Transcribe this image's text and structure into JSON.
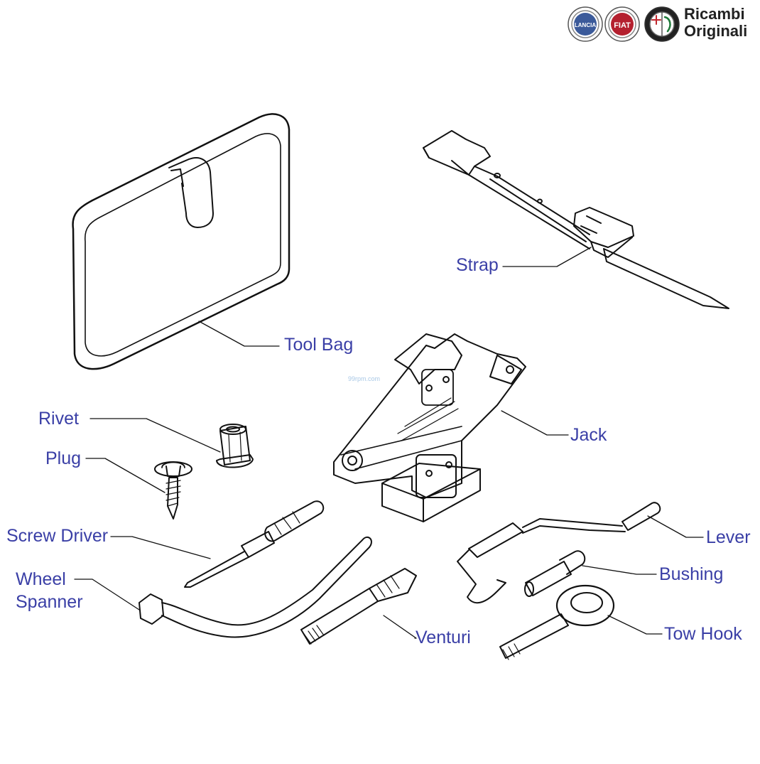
{
  "header": {
    "brand_line1": "Ricambi",
    "brand_line2": "Originali",
    "logos": [
      {
        "name": "lancia",
        "text": "LANCIA",
        "fill": "#3b5a9a"
      },
      {
        "name": "fiat",
        "text": "FIAT",
        "fill": "#b4202f"
      },
      {
        "name": "alfa-romeo",
        "text": "",
        "fill": "#ffffff"
      }
    ]
  },
  "watermark": "99rpm.com",
  "colors": {
    "label": "#3a3fa6",
    "line": "#111111",
    "brand_text": "#222222"
  },
  "parts": [
    {
      "id": "tool-bag",
      "label": "Tool Bag"
    },
    {
      "id": "strap",
      "label": "Strap"
    },
    {
      "id": "rivet",
      "label": "Rivet"
    },
    {
      "id": "plug",
      "label": "Plug"
    },
    {
      "id": "jack",
      "label": "Jack"
    },
    {
      "id": "screw-driver",
      "label": "Screw Driver"
    },
    {
      "id": "wheel-spanner",
      "label": "Wheel Spanner",
      "lines": [
        "Wheel",
        "Spanner"
      ]
    },
    {
      "id": "lever",
      "label": "Lever"
    },
    {
      "id": "bushing",
      "label": "Bushing"
    },
    {
      "id": "venturi",
      "label": "Venturi"
    },
    {
      "id": "tow-hook",
      "label": "Tow Hook"
    }
  ]
}
